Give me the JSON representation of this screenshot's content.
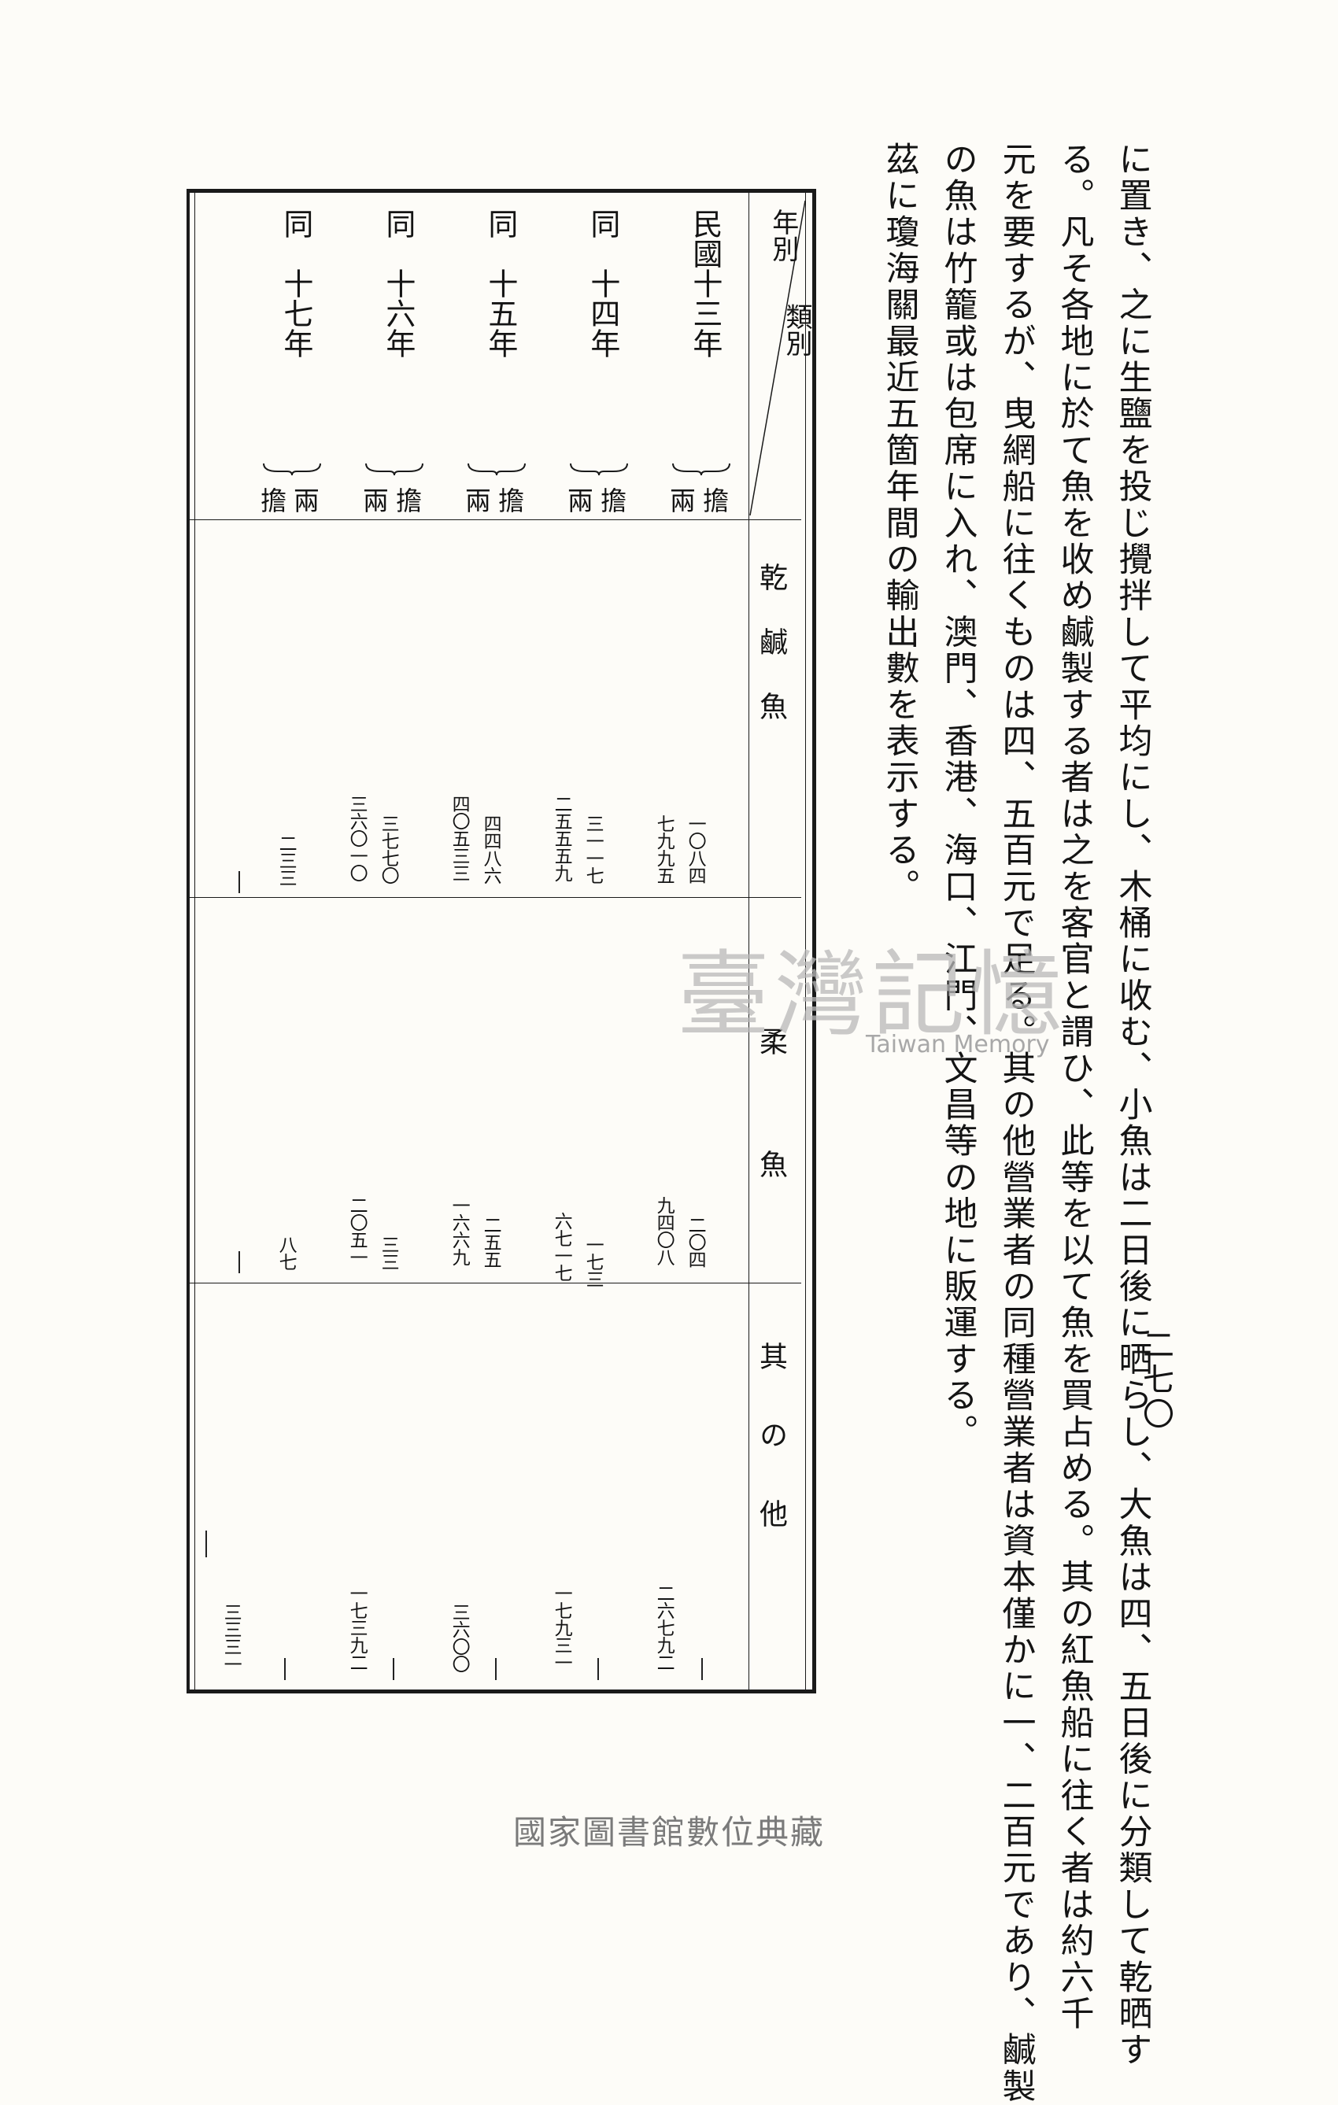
{
  "page_number": "二七〇",
  "body_text": [
    "る。其の紅魚船に往く者は約六千",
    "日後に分類して乾晒す",
    "に置き、之に生鹽を投じ攪拌して平均にし、木桶に收む、小魚は二日後に晒らし、大魚は四、五日後に分類して乾晒す",
    "る。凡そ各地に於て魚を收め鹹製する者は之を客官と謂ひ、此等を以て魚を買占める。其の紅魚船に往く者は約六千",
    "元を要するが、曳網船に往くものは四、五百元で足る。其の他營業者の同種營業者は資本僅かに一、二百元であり、鹹製",
    "の魚は竹籠或は包席に入れ、澳門、香港、海口、江門、文昌等の地に販運する。",
    "茲に瓊海關最近五箇年間の輸出數を表示する。"
  ],
  "table": {
    "header": {
      "year_label": "年別",
      "type_label": "類別",
      "type_label_bottom": "別",
      "columns": [
        "乾鹹魚",
        "柔魚",
        "其の他"
      ]
    },
    "rows": [
      {
        "year": "民國十三年",
        "units": [
          "擔",
          "兩"
        ],
        "dried_salted_fish": [
          "一〇八四",
          "七九九五"
        ],
        "squid": [
          "二〇四",
          "九四〇八"
        ],
        "other": [
          "",
          "二六七九二"
        ]
      },
      {
        "year": "同　十四年",
        "units": [
          "擔",
          "兩"
        ],
        "dried_salted_fish": [
          "三一一七",
          "二五五五九"
        ],
        "squid": [
          "一七三",
          "六七一七"
        ],
        "other": [
          "",
          "一七九三一"
        ]
      },
      {
        "year": "同　十五年",
        "units": [
          "擔",
          "兩"
        ],
        "dried_salted_fish": [
          "四四八六",
          "四〇五三三"
        ],
        "squid": [
          "二五五",
          "一六六九"
        ],
        "other": [
          "",
          "三六〇〇"
        ]
      },
      {
        "year": "同　十六年",
        "units": [
          "擔",
          "兩"
        ],
        "dried_salted_fish": [
          "三七七〇",
          "三六〇一〇"
        ],
        "squid": [
          "三三",
          "二〇五一"
        ],
        "other": [
          "",
          "一七三九二"
        ]
      },
      {
        "year": "同　十七年",
        "units": [
          "兩",
          "擔"
        ],
        "dried_salted_fish": [
          "二三三",
          ""
        ],
        "squid": [
          "八七",
          ""
        ],
        "other": [
          "三三三一",
          ""
        ]
      }
    ]
  },
  "watermark": {
    "chars": "臺灣記憶",
    "latin": "Taiwan Memory"
  },
  "footer": "國家圖書館數位典藏"
}
